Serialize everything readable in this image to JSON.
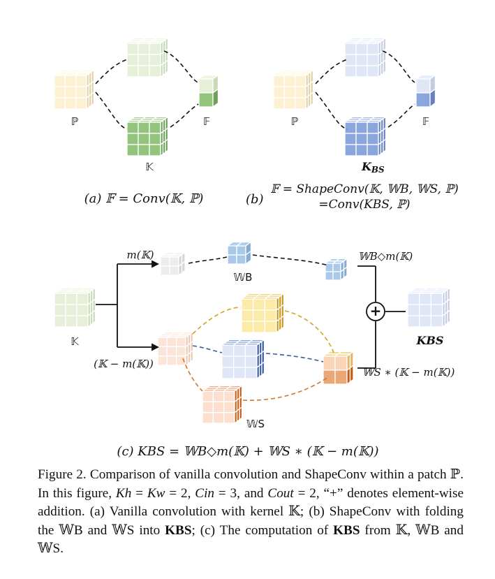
{
  "panel_a": {
    "label_P": "ℙ",
    "label_F": "𝔽",
    "label_K": "𝕂",
    "caption": "(a) 𝔽 = Conv(𝕂, ℙ)"
  },
  "panel_b": {
    "label_P": "ℙ",
    "label_F": "𝔽",
    "label_K": "K",
    "label_K_sub": "BS",
    "caption_line1": "𝔽 = ShapeConv(𝕂, 𝕎B, 𝕎S, ℙ)",
    "caption_line2": "=Conv(KBS, ℙ)"
  },
  "panel_c": {
    "label_mK": "m(𝕂)",
    "label_WB": "𝕎B",
    "label_WB_mK": "𝕎B◇m(𝕂)",
    "label_K": "𝕂",
    "label_K_minus": "(𝕂 − m(𝕂))",
    "label_KBS": "KBS",
    "label_WS_expr": "𝕎S ∗ (𝕂 − m(𝕂))",
    "label_WS": "𝕎S",
    "plus": "+",
    "caption": "(c) KBS = 𝕎B◇m(𝕂) + 𝕎S ∗ (𝕂 − m(𝕂))"
  },
  "figure_caption": {
    "prefix": "Figure 2. Comparison of vanilla convolution and ShapeConv within a patch ℙ. In this figure, ",
    "kh": "Kh",
    "eq1": " = ",
    "kw": "Kw",
    "eq2": " = 2, ",
    "cin": "Cin",
    "eq3": " = 3, and ",
    "cout": "Cout",
    "rest1": " = 2, “+” denotes element-wise addition. (a) Vanilla convolution with kernel 𝕂; (b) ShapeConv with folding the 𝕎B and 𝕎S into ",
    "kbs": "KBS",
    "rest2": "; (c) The computation of ",
    "kbs2": "KBS",
    "rest3": " from 𝕂, 𝕎B and 𝕎S."
  },
  "colors": {
    "yellow_light": "#fdf1d4",
    "green_light": "#e6f0d9",
    "green_dark": "#92c47e",
    "blue_light": "#dfe6f5",
    "blue_mid": "#8aa6dc",
    "blue_cell": "#a9c9e8",
    "gold": "#e8c55c",
    "orange": "#e9a876",
    "orange_dark": "#c95c14",
    "orange_dash": "#d4772a",
    "gold_dash": "#d4a520",
    "navy_dash": "#3b5aa0"
  }
}
